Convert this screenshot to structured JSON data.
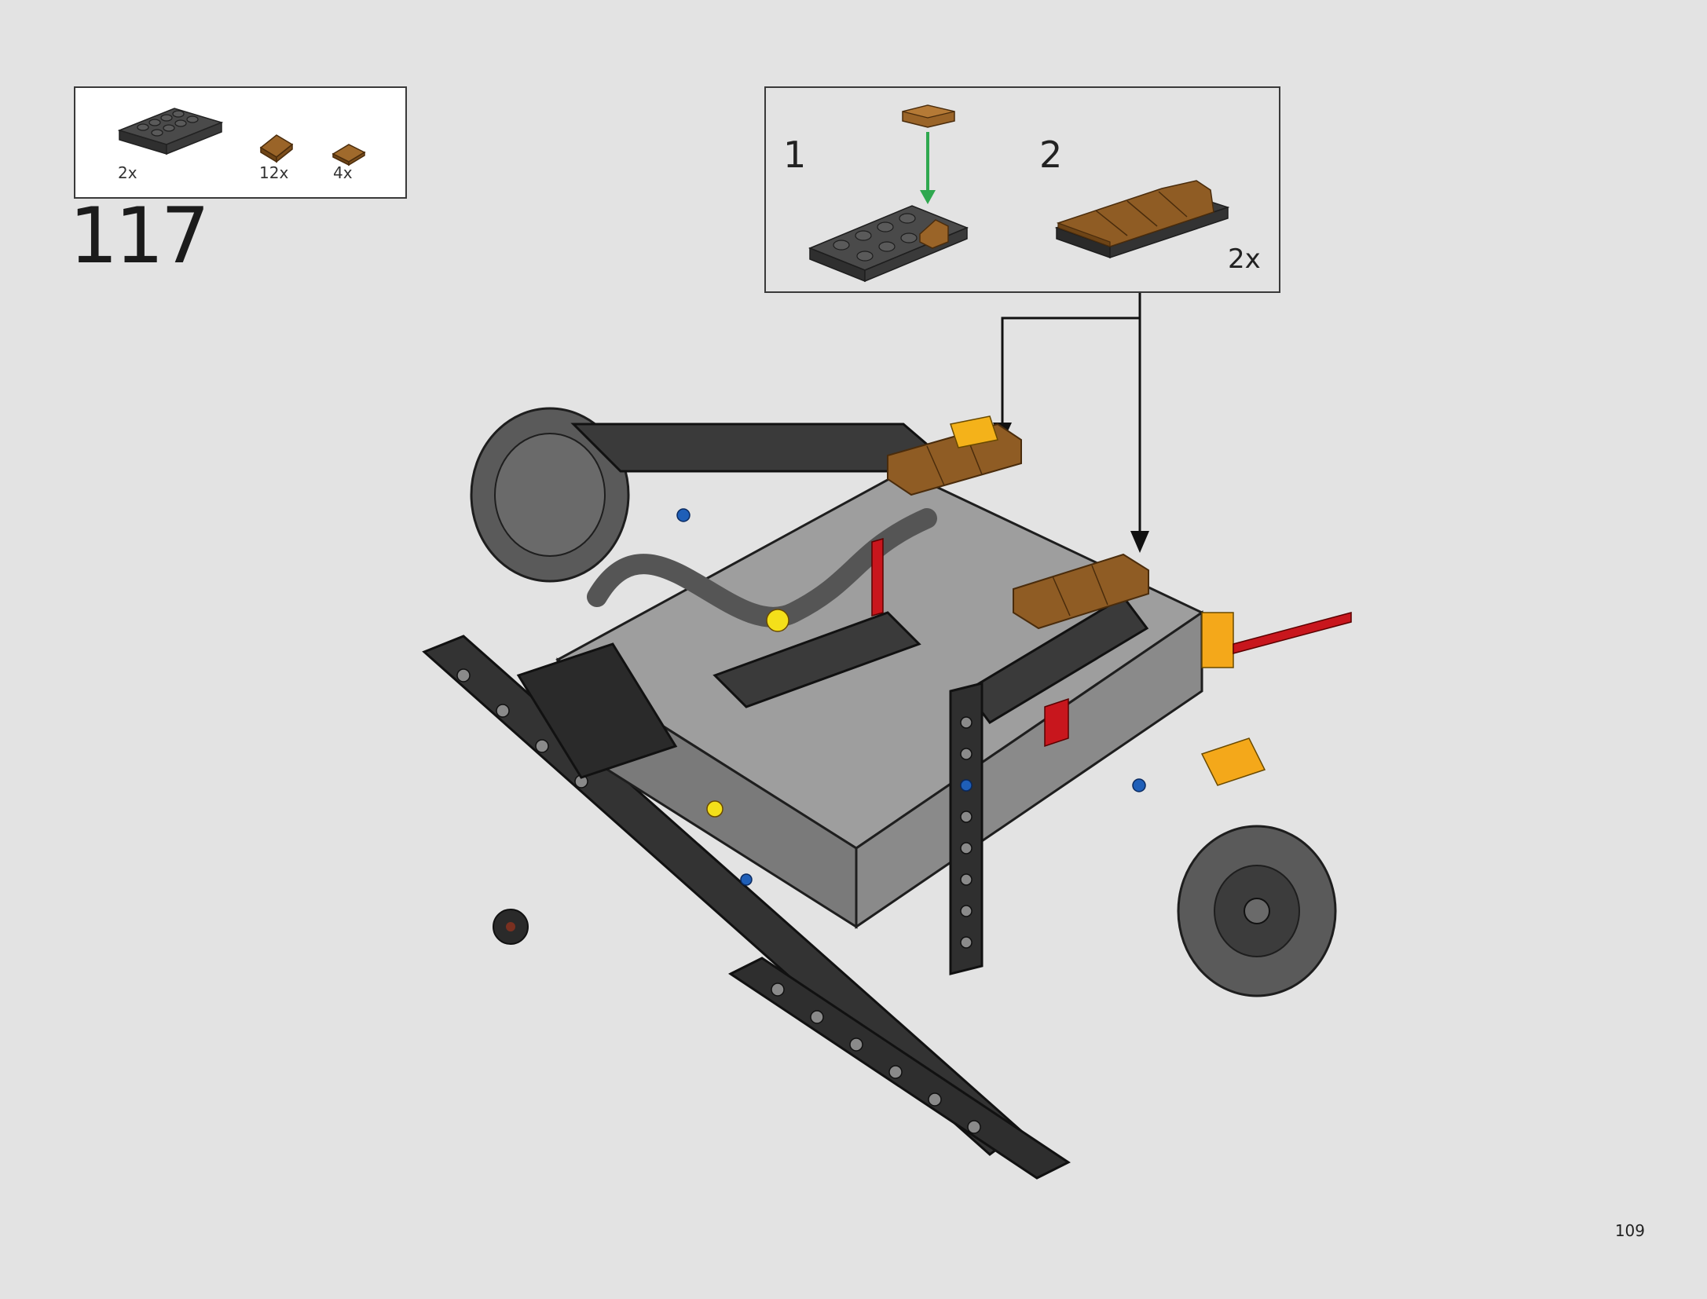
{
  "step": {
    "number": "117"
  },
  "parts_list": [
    {
      "name": "black-plate-2x4",
      "quantity": "2x",
      "color": "#3b3b3b"
    },
    {
      "name": "brown-curved-slope",
      "quantity": "12x",
      "color": "#8a5a22"
    },
    {
      "name": "brown-tile-round",
      "quantity": "4x",
      "color": "#8a5a22"
    }
  ],
  "sub_assembly": {
    "steps": [
      {
        "label": "1"
      },
      {
        "label": "2"
      }
    ],
    "multiplier": "2x"
  },
  "colors": {
    "background": "#e3e3e3",
    "brick_black": "#3b3b3b",
    "brick_gray": "#a6a6a6",
    "brick_brown": "#8a5a22",
    "brick_yellow": "#f4c21a",
    "brick_red": "#c8161d",
    "brick_blue": "#1f5fb8",
    "arrow_green": "#2fa84f"
  },
  "page": {
    "number": "109"
  }
}
